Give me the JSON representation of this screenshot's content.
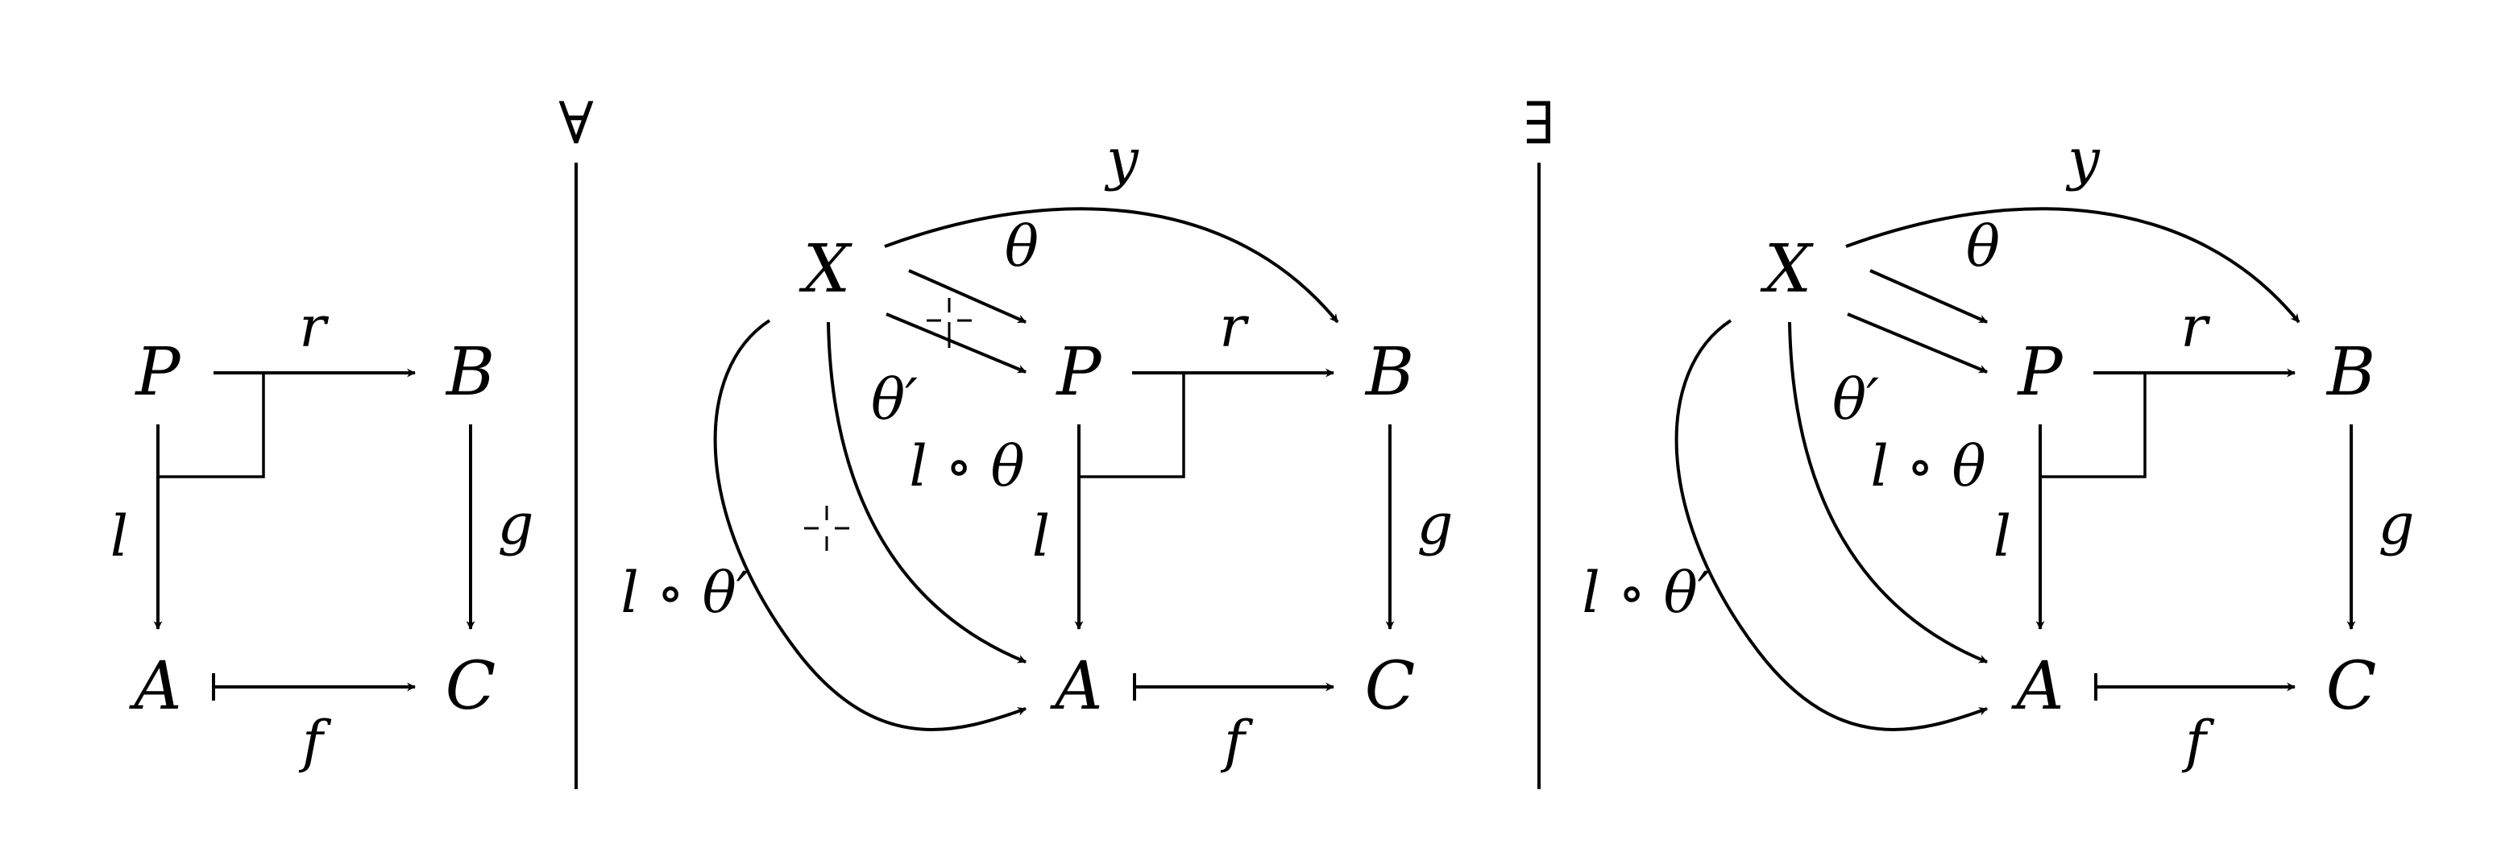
{
  "quantifiers": {
    "forall": "∀",
    "exists": "∃"
  },
  "panel1": {
    "nodes": {
      "P": "P",
      "B": "B",
      "A": "A",
      "C": "C"
    },
    "labels": {
      "r": "r",
      "l": "l",
      "g": "g",
      "f": "f"
    }
  },
  "panel2": {
    "nodes": {
      "X": "X",
      "P": "P",
      "B": "B",
      "A": "A",
      "C": "C"
    },
    "labels": {
      "y": "y",
      "theta": "θ",
      "theta_prime": "θ′",
      "l_theta": "l ∘ θ",
      "l_theta_prime": "l ∘ θ′",
      "r": "r",
      "l": "l",
      "g": "g",
      "f": "f"
    }
  },
  "panel3": {
    "nodes": {
      "X": "X",
      "P": "P",
      "B": "B",
      "A": "A",
      "C": "C"
    },
    "labels": {
      "y": "y",
      "theta": "θ",
      "theta_prime": "θ′",
      "l_theta": "l ∘ θ",
      "l_theta_prime": "l ∘ θ′",
      "r": "r",
      "l": "l",
      "g": "g",
      "f": "f"
    }
  }
}
